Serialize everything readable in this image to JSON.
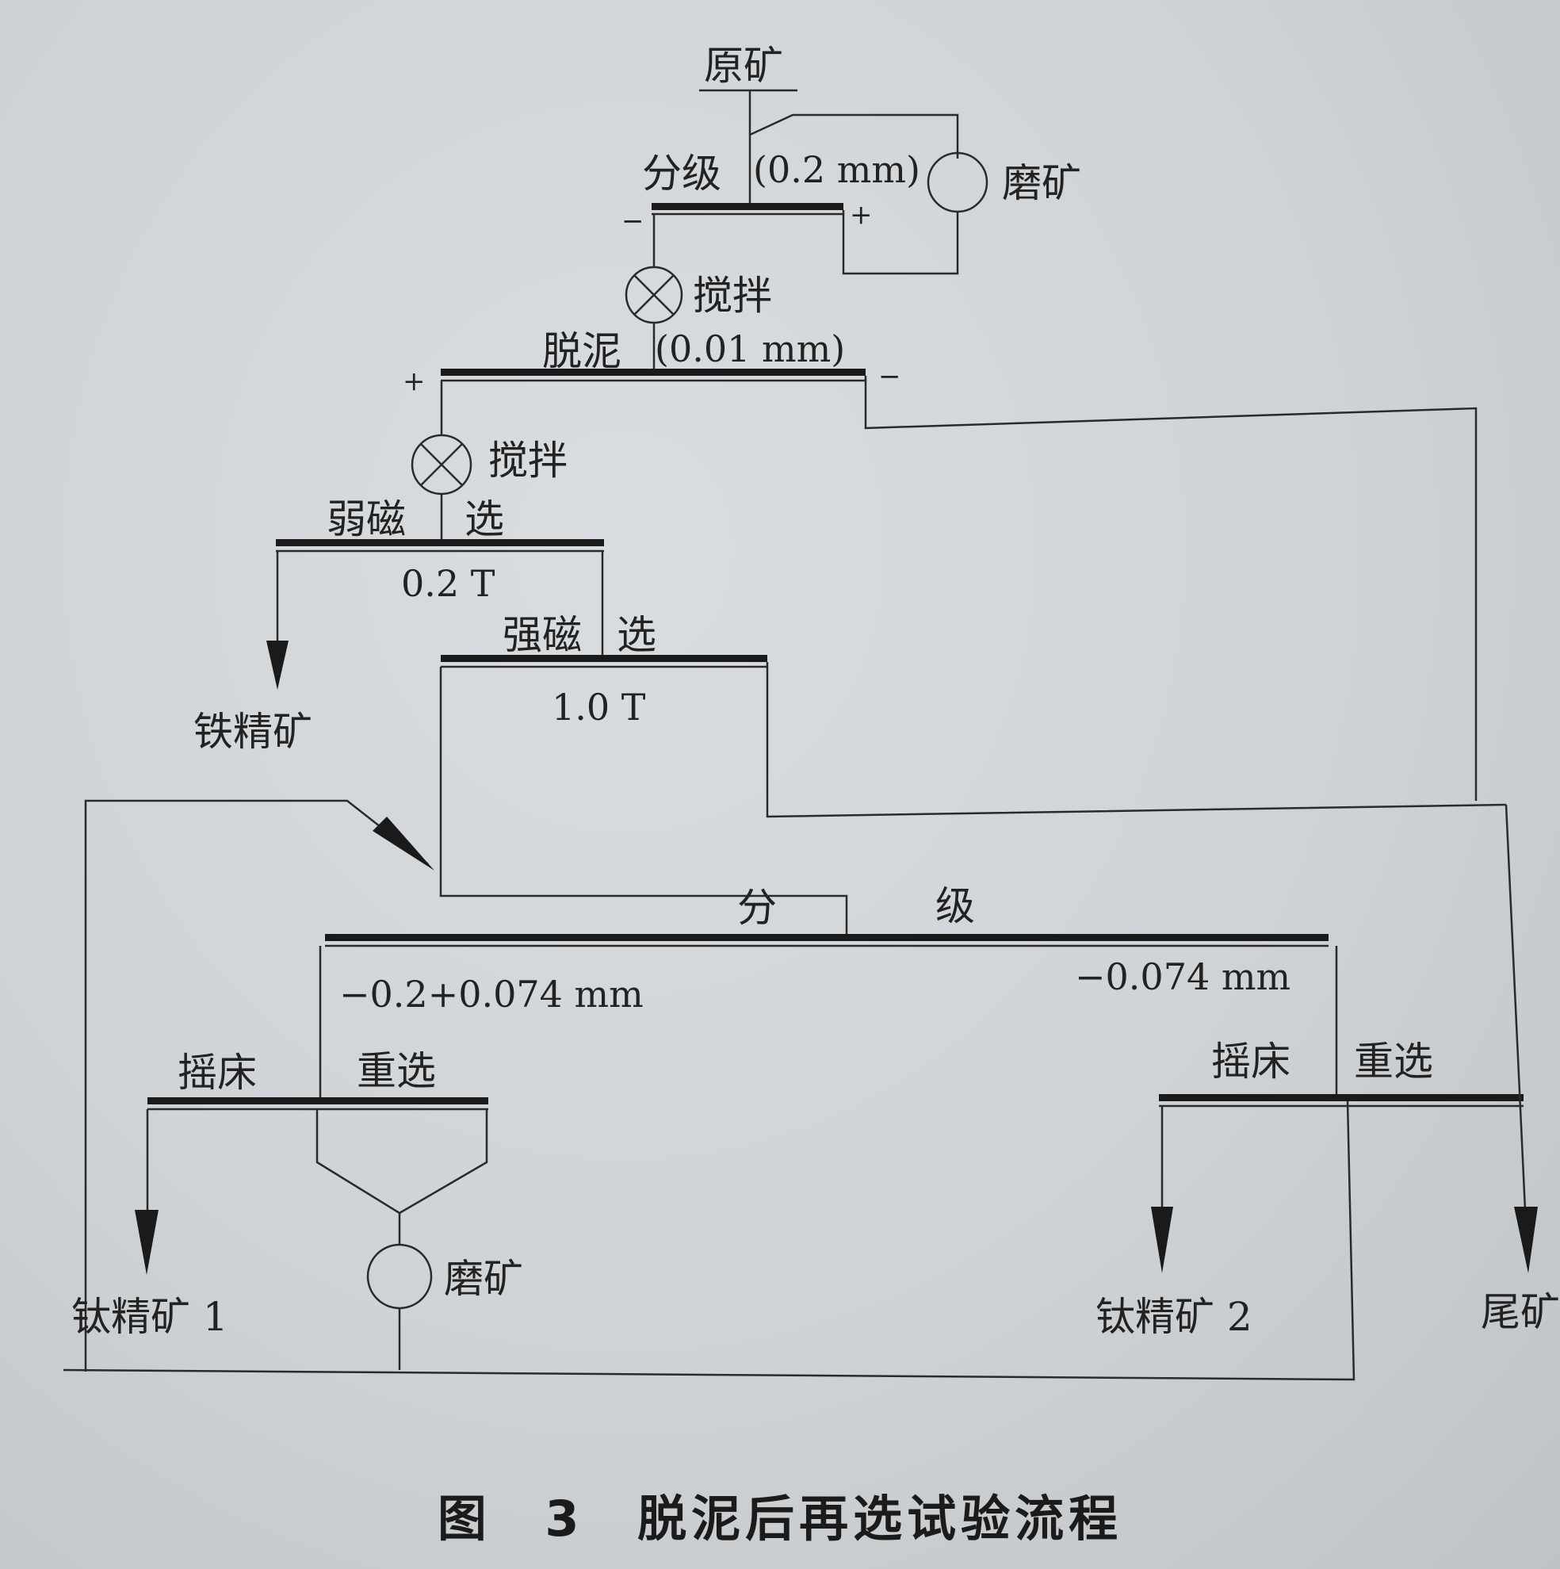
{
  "caption": "图 3 脱泥后再选试验流程",
  "nodes": {
    "raw_ore": "原矿",
    "classify_1": "分级",
    "classify_1_size": "(0.2 mm)",
    "grinding_1": "磨矿",
    "stir_1": "搅拌",
    "desliming": "脱泥",
    "desliming_size": "(0.01 mm)",
    "stir_2": "搅拌",
    "weak_mag_a": "弱磁",
    "weak_mag_b": "选",
    "weak_mag_field": "0.2 T",
    "iron_conc": "铁精矿",
    "strong_mag_a": "强磁",
    "strong_mag_b": "选",
    "strong_mag_field": "1.0 T",
    "classify_2_a": "分",
    "classify_2_b": "级",
    "coarse_fraction": "−0.2+0.074 mm",
    "fine_fraction": "−0.074 mm",
    "table_left_a": "摇床",
    "table_left_b": "重选",
    "table_right_a": "摇床",
    "table_right_b": "重选",
    "grinding_2": "磨矿",
    "ti_conc_1": "钛精矿 1",
    "ti_conc_2": "钛精矿 2",
    "tailings": "尾矿"
  },
  "signs": {
    "minus": "−",
    "plus": "+"
  }
}
